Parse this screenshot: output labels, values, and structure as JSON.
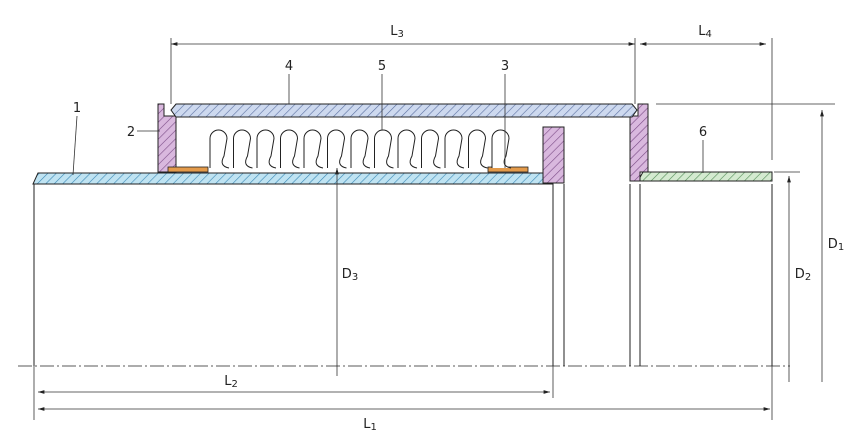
{
  "drawing": {
    "part_labels": {
      "p1": "1",
      "p2": "2",
      "p3": "3",
      "p4": "4",
      "p5": "5",
      "p6": "6"
    },
    "dimension_labels": {
      "L1": "L1",
      "L2": "L2",
      "L3": "L3",
      "L4": "L4",
      "D1": "D1",
      "D2": "D2",
      "D3": "D3"
    },
    "colors": {
      "pipe_fill": "#bfe3f2",
      "pipe_hatch": "#3a88b5",
      "flange_fill": "#d9b8de",
      "flange_hatch": "#7a4a86",
      "outer_sleeve_fill": "#cdd9ef",
      "outer_sleeve_hatch": "#5a6fa0",
      "pad_fill": "#e39a4a",
      "short_pipe_fill": "#d4ead0",
      "short_pipe_hatch": "#4f8a53",
      "outline": "#222222"
    },
    "icons": {
      "bellows": "bellows-convolutions",
      "arrow": "dimension-arrow"
    }
  }
}
